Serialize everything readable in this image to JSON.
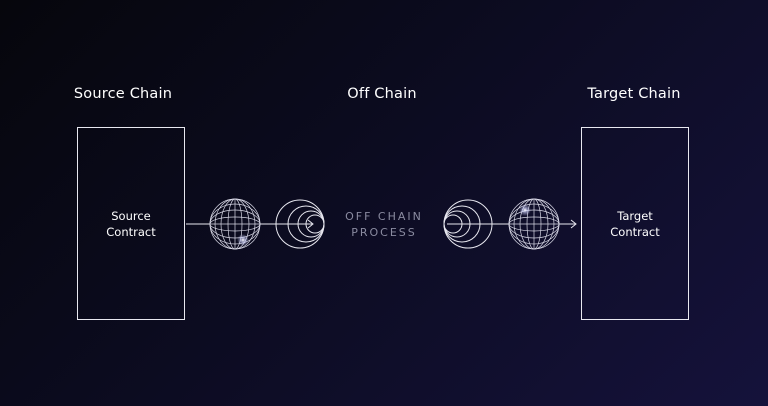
{
  "columns": {
    "source": "Source Chain",
    "offchain": "Off Chain",
    "target": "Target Chain"
  },
  "source_box": {
    "line1": "Source",
    "line2": "Contract"
  },
  "target_box": {
    "line1": "Target",
    "line2": "Contract"
  },
  "process_label": {
    "line1": "OFF CHAIN",
    "line2": "PROCESS"
  },
  "colors": {
    "line": "#e8e8f0",
    "muted": "#8a8ba0"
  },
  "icons": [
    "wireframe-globe-icon",
    "concentric-rings-icon",
    "arrow-right-icon"
  ]
}
